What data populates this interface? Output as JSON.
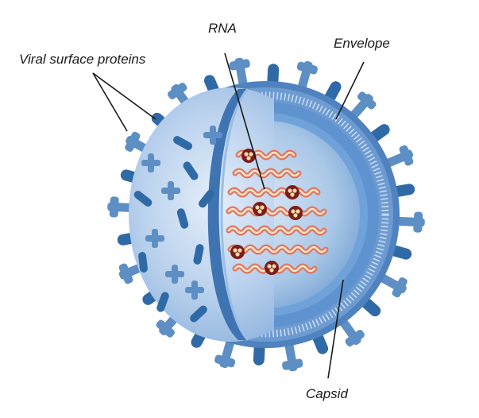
{
  "labels": {
    "rna": "RNA",
    "envelope": "Envelope",
    "surface_proteins": "Viral surface proteins",
    "capsid": "Capsid"
  },
  "colors": {
    "spike": "#5d8fc4",
    "spike_dark": "#2f6aa6",
    "envelope_outer": "#4f82bf",
    "envelope_inner": "#7aa7d8",
    "membrane_light": "#bcd3ee",
    "capsid_outer": "#6b9fd6",
    "capsid_inner": "#a8c7e6",
    "rna_strand": "#e07660",
    "rna_core": "#fbe7c8",
    "ribonucleoprotein": "#7c1d1a"
  }
}
